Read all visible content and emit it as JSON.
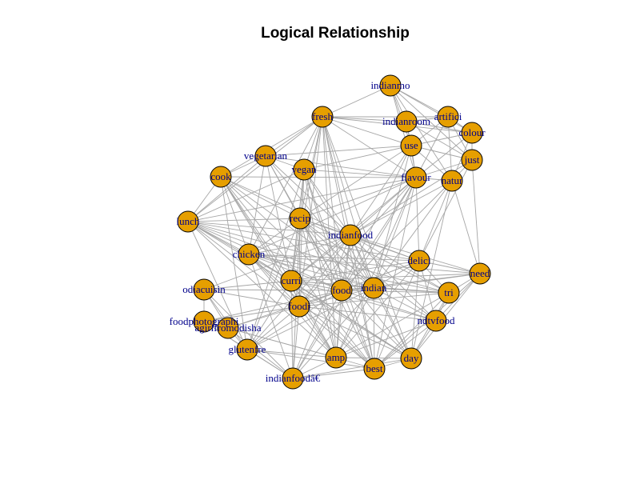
{
  "title": "Logical Relationship",
  "colors": {
    "node_fill": "#E69F00",
    "node_stroke": "#000000",
    "edge": "#A6A6A6",
    "label": "#00008B"
  },
  "nodes": [
    {
      "id": "indianmo",
      "label": "indianmo"
    },
    {
      "id": "artifici",
      "label": "artifici"
    },
    {
      "id": "indianroom",
      "label": "indianroom"
    },
    {
      "id": "fresh",
      "label": "fresh"
    },
    {
      "id": "colour",
      "label": "colour"
    },
    {
      "id": "use",
      "label": "use"
    },
    {
      "id": "vegetarian",
      "label": "vegetarian"
    },
    {
      "id": "just",
      "label": "just"
    },
    {
      "id": "vegan",
      "label": "vegan"
    },
    {
      "id": "cook",
      "label": "cook"
    },
    {
      "id": "flavour",
      "label": "flavour"
    },
    {
      "id": "natur",
      "label": "natur"
    },
    {
      "id": "lunch",
      "label": "lunch"
    },
    {
      "id": "recip",
      "label": "recip"
    },
    {
      "id": "indianfood",
      "label": "indianfood"
    },
    {
      "id": "chicken",
      "label": "chicken"
    },
    {
      "id": "delici",
      "label": "delici"
    },
    {
      "id": "need",
      "label": "need"
    },
    {
      "id": "odiacuisin",
      "label": "odiacuisin"
    },
    {
      "id": "curri",
      "label": "curri"
    },
    {
      "id": "food",
      "label": "food"
    },
    {
      "id": "indian",
      "label": "indian"
    },
    {
      "id": "tri",
      "label": "tri"
    },
    {
      "id": "foodi",
      "label": "foodi"
    },
    {
      "id": "foodphotographi",
      "label": "foodphotographi"
    },
    {
      "id": "ndtvfood",
      "label": "ndtvfood"
    },
    {
      "id": "agirlfromodisha",
      "label": "agirlfromodisha"
    },
    {
      "id": "glutenfre",
      "label": "glutenfre"
    },
    {
      "id": "amp",
      "label": "amp"
    },
    {
      "id": "day",
      "label": "day"
    },
    {
      "id": "best",
      "label": "best"
    },
    {
      "id": "indianfoodae",
      "label": "indianfoodâ€"
    }
  ],
  "edges": [
    [
      "indianmo",
      "artifici"
    ],
    [
      "indianmo",
      "colour"
    ],
    [
      "indianmo",
      "use"
    ],
    [
      "indianmo",
      "fresh"
    ],
    [
      "indianmo",
      "indianroom"
    ],
    [
      "indianmo",
      "just"
    ],
    [
      "indianmo",
      "natur"
    ],
    [
      "indianmo",
      "flavour"
    ],
    [
      "artifici",
      "colour"
    ],
    [
      "artifici",
      "just"
    ],
    [
      "artifici",
      "use"
    ],
    [
      "artifici",
      "natur"
    ],
    [
      "artifici",
      "flavour"
    ],
    [
      "artifici",
      "fresh"
    ],
    [
      "artifici",
      "indianroom"
    ],
    [
      "indianroom",
      "use"
    ],
    [
      "indianroom",
      "colour"
    ],
    [
      "indianroom",
      "flavour"
    ],
    [
      "indianroom",
      "just"
    ],
    [
      "indianroom",
      "fresh"
    ],
    [
      "colour",
      "just"
    ],
    [
      "colour",
      "natur"
    ],
    [
      "colour",
      "use"
    ],
    [
      "colour",
      "flavour"
    ],
    [
      "colour",
      "fresh"
    ],
    [
      "use",
      "natur"
    ],
    [
      "use",
      "just"
    ],
    [
      "use",
      "flavour"
    ],
    [
      "use",
      "vegan"
    ],
    [
      "use",
      "recip"
    ],
    [
      "use",
      "indianfood"
    ],
    [
      "use",
      "food"
    ],
    [
      "use",
      "indian"
    ],
    [
      "use",
      "vegetarian"
    ],
    [
      "use",
      "fresh"
    ],
    [
      "just",
      "natur"
    ],
    [
      "just",
      "flavour"
    ],
    [
      "just",
      "need"
    ],
    [
      "just",
      "delici"
    ],
    [
      "just",
      "indianfood"
    ],
    [
      "natur",
      "flavour"
    ],
    [
      "natur",
      "need"
    ],
    [
      "natur",
      "delici"
    ],
    [
      "natur",
      "food"
    ],
    [
      "natur",
      "indian"
    ],
    [
      "natur",
      "day"
    ],
    [
      "natur",
      "indianfood"
    ],
    [
      "flavour",
      "indianfood"
    ],
    [
      "flavour",
      "recip"
    ],
    [
      "flavour",
      "food"
    ],
    [
      "flavour",
      "indian"
    ],
    [
      "flavour",
      "delici"
    ],
    [
      "flavour",
      "amp"
    ],
    [
      "flavour",
      "chicken"
    ],
    [
      "flavour",
      "curri"
    ],
    [
      "flavour",
      "foodi"
    ],
    [
      "flavour",
      "best"
    ],
    [
      "flavour",
      "fresh"
    ],
    [
      "flavour",
      "vegan"
    ],
    [
      "flavour",
      "cook"
    ],
    [
      "flavour",
      "lunch"
    ],
    [
      "flavour",
      "vegetarian"
    ],
    [
      "flavour",
      "indianfoodae"
    ],
    [
      "fresh",
      "vegan"
    ],
    [
      "fresh",
      "vegetarian"
    ],
    [
      "fresh",
      "recip"
    ],
    [
      "fresh",
      "cook"
    ],
    [
      "fresh",
      "indianfood"
    ],
    [
      "fresh",
      "food"
    ],
    [
      "fresh",
      "indian"
    ],
    [
      "fresh",
      "chicken"
    ],
    [
      "fresh",
      "curri"
    ],
    [
      "fresh",
      "foodi"
    ],
    [
      "fresh",
      "amp"
    ],
    [
      "fresh",
      "lunch"
    ],
    [
      "fresh",
      "best"
    ],
    [
      "fresh",
      "day"
    ],
    [
      "vegetarian",
      "vegan"
    ],
    [
      "vegetarian",
      "cook"
    ],
    [
      "vegetarian",
      "recip"
    ],
    [
      "vegetarian",
      "food"
    ],
    [
      "vegetarian",
      "lunch"
    ],
    [
      "vegetarian",
      "indianfood"
    ],
    [
      "vegetarian",
      "chicken"
    ],
    [
      "vegetarian",
      "curri"
    ],
    [
      "vegetarian",
      "indian"
    ],
    [
      "vegan",
      "recip"
    ],
    [
      "vegan",
      "food"
    ],
    [
      "vegan",
      "indian"
    ],
    [
      "vegan",
      "foodi"
    ],
    [
      "vegan",
      "curri"
    ],
    [
      "vegan",
      "amp"
    ],
    [
      "vegan",
      "glutenfre"
    ],
    [
      "vegan",
      "indianfood"
    ],
    [
      "vegan",
      "best"
    ],
    [
      "vegan",
      "lunch"
    ],
    [
      "cook",
      "lunch"
    ],
    [
      "cook",
      "recip"
    ],
    [
      "cook",
      "chicken"
    ],
    [
      "cook",
      "curri"
    ],
    [
      "cook",
      "food"
    ],
    [
      "cook",
      "indian"
    ],
    [
      "cook",
      "foodi"
    ],
    [
      "cook",
      "amp"
    ],
    [
      "cook",
      "indianfood"
    ],
    [
      "cook",
      "glutenfre"
    ],
    [
      "cook",
      "best"
    ],
    [
      "lunch",
      "recip"
    ],
    [
      "lunch",
      "chicken"
    ],
    [
      "lunch",
      "curri"
    ],
    [
      "lunch",
      "food"
    ],
    [
      "lunch",
      "indian"
    ],
    [
      "lunch",
      "foodi"
    ],
    [
      "lunch",
      "indianfood"
    ],
    [
      "lunch",
      "delici"
    ],
    [
      "lunch",
      "tri"
    ],
    [
      "lunch",
      "amp"
    ],
    [
      "lunch",
      "day"
    ],
    [
      "lunch",
      "glutenfre"
    ],
    [
      "recip",
      "indianfood"
    ],
    [
      "recip",
      "chicken"
    ],
    [
      "recip",
      "curri"
    ],
    [
      "recip",
      "food"
    ],
    [
      "recip",
      "indian"
    ],
    [
      "recip",
      "foodi"
    ],
    [
      "recip",
      "amp"
    ],
    [
      "recip",
      "best"
    ],
    [
      "recip",
      "day"
    ],
    [
      "recip",
      "indianfoodae"
    ],
    [
      "recip",
      "delici"
    ],
    [
      "recip",
      "tri"
    ],
    [
      "recip",
      "ndtvfood"
    ],
    [
      "recip",
      "glutenfre"
    ],
    [
      "indianfood",
      "chicken"
    ],
    [
      "indianfood",
      "curri"
    ],
    [
      "indianfood",
      "food"
    ],
    [
      "indianfood",
      "indian"
    ],
    [
      "indianfood",
      "delici"
    ],
    [
      "indianfood",
      "need"
    ],
    [
      "indianfood",
      "tri"
    ],
    [
      "indianfood",
      "foodi"
    ],
    [
      "indianfood",
      "amp"
    ],
    [
      "indianfood",
      "best"
    ],
    [
      "indianfood",
      "day"
    ],
    [
      "indianfood",
      "ndtvfood"
    ],
    [
      "indianfood",
      "indianfoodae"
    ],
    [
      "indianfood",
      "glutenfre"
    ],
    [
      "indianfood",
      "odiacuisin"
    ],
    [
      "chicken",
      "curri"
    ],
    [
      "chicken",
      "food"
    ],
    [
      "chicken",
      "indian"
    ],
    [
      "chicken",
      "foodi"
    ],
    [
      "chicken",
      "amp"
    ],
    [
      "chicken",
      "best"
    ],
    [
      "chicken",
      "day"
    ],
    [
      "chicken",
      "delici"
    ],
    [
      "chicken",
      "need"
    ],
    [
      "chicken",
      "tri"
    ],
    [
      "chicken",
      "indianfoodae"
    ],
    [
      "delici",
      "food"
    ],
    [
      "delici",
      "indian"
    ],
    [
      "delici",
      "need"
    ],
    [
      "delici",
      "tri"
    ],
    [
      "delici",
      "curri"
    ],
    [
      "delici",
      "foodi"
    ],
    [
      "delici",
      "amp"
    ],
    [
      "delici",
      "best"
    ],
    [
      "delici",
      "day"
    ],
    [
      "delici",
      "ndtvfood"
    ],
    [
      "need",
      "tri"
    ],
    [
      "need",
      "ndtvfood"
    ],
    [
      "need",
      "day"
    ],
    [
      "need",
      "indian"
    ],
    [
      "need",
      "food"
    ],
    [
      "need",
      "best"
    ],
    [
      "need",
      "curri"
    ],
    [
      "odiacuisin",
      "agirlfromodisha"
    ],
    [
      "odiacuisin",
      "foodphotographi"
    ],
    [
      "odiacuisin",
      "glutenfre"
    ],
    [
      "odiacuisin",
      "curri"
    ],
    [
      "odiacuisin",
      "foodi"
    ],
    [
      "odiacuisin",
      "food"
    ],
    [
      "odiacuisin",
      "indianfoodae"
    ],
    [
      "curri",
      "food"
    ],
    [
      "curri",
      "indian"
    ],
    [
      "curri",
      "foodi"
    ],
    [
      "curri",
      "amp"
    ],
    [
      "curri",
      "best"
    ],
    [
      "curri",
      "day"
    ],
    [
      "curri",
      "tri"
    ],
    [
      "curri",
      "ndtvfood"
    ],
    [
      "curri",
      "indianfoodae"
    ],
    [
      "curri",
      "glutenfre"
    ],
    [
      "food",
      "indian"
    ],
    [
      "food",
      "foodi"
    ],
    [
      "food",
      "amp"
    ],
    [
      "food",
      "best"
    ],
    [
      "food",
      "day"
    ],
    [
      "food",
      "tri"
    ],
    [
      "food",
      "ndtvfood"
    ],
    [
      "food",
      "indianfoodae"
    ],
    [
      "food",
      "glutenfre"
    ],
    [
      "food",
      "agirlfromodisha"
    ],
    [
      "food",
      "foodphotographi"
    ],
    [
      "indian",
      "foodi"
    ],
    [
      "indian",
      "amp"
    ],
    [
      "indian",
      "best"
    ],
    [
      "indian",
      "day"
    ],
    [
      "indian",
      "tri"
    ],
    [
      "indian",
      "ndtvfood"
    ],
    [
      "indian",
      "indianfoodae"
    ],
    [
      "indian",
      "glutenfre"
    ],
    [
      "tri",
      "ndtvfood"
    ],
    [
      "tri",
      "day"
    ],
    [
      "tri",
      "best"
    ],
    [
      "tri",
      "amp"
    ],
    [
      "tri",
      "foodi"
    ],
    [
      "foodi",
      "amp"
    ],
    [
      "foodi",
      "best"
    ],
    [
      "foodi",
      "day"
    ],
    [
      "foodi",
      "ndtvfood"
    ],
    [
      "foodi",
      "indianfoodae"
    ],
    [
      "foodi",
      "glutenfre"
    ],
    [
      "foodi",
      "agirlfromodisha"
    ],
    [
      "foodi",
      "foodphotographi"
    ],
    [
      "foodphotographi",
      "agirlfromodisha"
    ],
    [
      "foodphotographi",
      "glutenfre"
    ],
    [
      "foodphotographi",
      "indianfoodae"
    ],
    [
      "foodphotographi",
      "amp"
    ],
    [
      "ndtvfood",
      "day"
    ],
    [
      "ndtvfood",
      "best"
    ],
    [
      "ndtvfood",
      "amp"
    ],
    [
      "agirlfromodisha",
      "glutenfre"
    ],
    [
      "agirlfromodisha",
      "indianfoodae"
    ],
    [
      "agirlfromodisha",
      "amp"
    ],
    [
      "glutenfre",
      "indianfoodae"
    ],
    [
      "glutenfre",
      "amp"
    ],
    [
      "glutenfre",
      "best"
    ],
    [
      "amp",
      "best"
    ],
    [
      "amp",
      "day"
    ],
    [
      "amp",
      "indianfoodae"
    ],
    [
      "day",
      "best"
    ],
    [
      "day",
      "indianfoodae"
    ],
    [
      "best",
      "indianfoodae"
    ]
  ]
}
